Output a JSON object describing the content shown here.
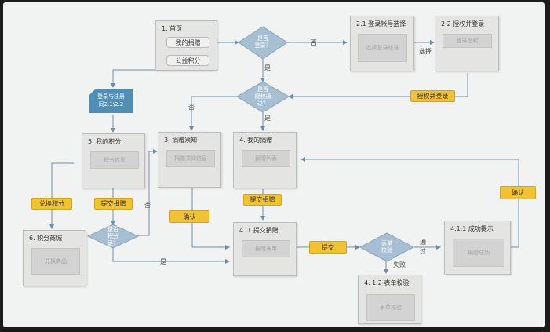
{
  "nodes": {
    "home": {
      "title": "1. 首页",
      "btn1": "我的捐赠",
      "btn2": "公益积分"
    },
    "login_select": {
      "title": "2.1 登录帐号选择",
      "inner": "选择登录帐号"
    },
    "auth_login": {
      "title": "2.2 授权并登录",
      "inner": "登录授权"
    },
    "my_points": {
      "title": "5. 我的积分",
      "inner": "积分信息"
    },
    "donate_notice": {
      "title": "3. 捐赠须知",
      "inner": "捐赠须知信息"
    },
    "my_donation": {
      "title": "4. 我的捐赠",
      "inner": "捐赠列表"
    },
    "points_mall": {
      "title": "6. 积分商城",
      "inner": "兑换商品"
    },
    "submit_donation": {
      "title": "4. 1 提交捐赠",
      "inner": "捐赠表单"
    },
    "form_check": {
      "title": "4. 1.2 表单校验",
      "inner": "表单校验"
    },
    "success": {
      "title": "4.1.1 成功提示",
      "inner": "捐赠成功"
    }
  },
  "note": {
    "line1": "登录与注册",
    "line2": "同2.1\\2.2"
  },
  "diamonds": {
    "is_logged_in": {
      "line1": "是否",
      "line2": "登录？"
    },
    "is_authorized": {
      "line1": "是否",
      "line2": "授权通",
      "line3": "过？"
    },
    "points_check": {
      "line1": "是否",
      "line2": "积分",
      "line3": "足？"
    },
    "form_valid": {
      "line1": "表单",
      "line2": "校验"
    }
  },
  "badges": {
    "auth_login": "授权并登录",
    "exchange_points": "兑换积分",
    "submit_donation_a": "提交捐赠",
    "submit_donation_b": "提交捐赠",
    "confirm_a": "确认",
    "confirm_b": "确认",
    "submit": "提交"
  },
  "edge_labels": {
    "no_1": "否",
    "select": "选择",
    "yes_1": "是",
    "no_2": "否",
    "yes_2": "是",
    "no_3": "否",
    "yes_3": "是",
    "pass": "通过",
    "fail": "失败"
  }
}
